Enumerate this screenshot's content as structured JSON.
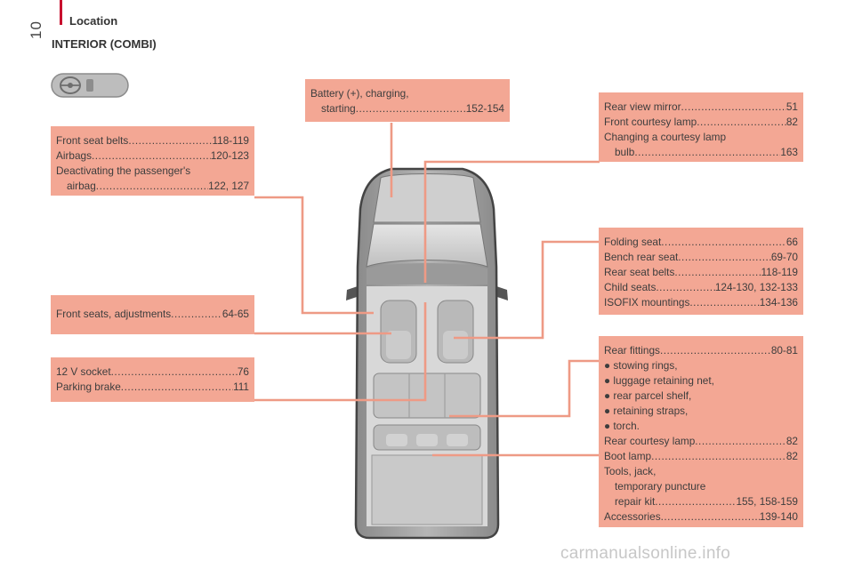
{
  "header": {
    "section": "Location",
    "page_number": "10",
    "title": "INTERIOR (COMBI)"
  },
  "boxes": {
    "battery": {
      "rows": [
        {
          "label": "Battery (+), charging,",
          "page": ""
        },
        {
          "label": "starting",
          "page": "152-154",
          "indent": true
        }
      ]
    },
    "mirror": {
      "rows": [
        {
          "label": "Rear view mirror",
          "page": "51"
        },
        {
          "label": "Front courtesy lamp",
          "page": "82"
        },
        {
          "label": "Changing a courtesy lamp",
          "page": ""
        },
        {
          "label": "bulb",
          "page": "163",
          "indent": true
        }
      ]
    },
    "front_belts": {
      "rows": [
        {
          "label": "Front seat belts",
          "page": "118-119"
        },
        {
          "label": "Airbags",
          "page": "120-123"
        },
        {
          "label": "Deactivating the passenger's",
          "page": ""
        },
        {
          "label": "airbag",
          "page": "122, 127",
          "indent": true
        }
      ]
    },
    "folding": {
      "rows": [
        {
          "label": "Folding seat",
          "page": "66"
        },
        {
          "label": "Bench rear seat",
          "page": "69-70"
        },
        {
          "label": "Rear seat belts",
          "page": "118-119"
        },
        {
          "label": "Child seats",
          "page": "124-130, 132-133"
        },
        {
          "label": "ISOFIX mountings",
          "page": "134-136"
        }
      ]
    },
    "front_seats": {
      "rows": [
        {
          "label": "Front seats, adjustments",
          "page": "64-65"
        }
      ]
    },
    "socket": {
      "rows": [
        {
          "label": "12 V socket",
          "page": "76"
        },
        {
          "label": "Parking brake",
          "page": "111"
        }
      ]
    },
    "rear": {
      "rows": [
        {
          "label": "Rear fittings",
          "page": "80-81"
        },
        {
          "label": "● stowing rings,",
          "page": ""
        },
        {
          "label": "● luggage retaining net,",
          "page": ""
        },
        {
          "label": "● rear parcel shelf,",
          "page": ""
        },
        {
          "label": "● retaining straps,",
          "page": ""
        },
        {
          "label": "● torch.",
          "page": ""
        },
        {
          "label": "Rear courtesy lamp",
          "page": "82"
        },
        {
          "label": "Boot lamp",
          "page": "82"
        },
        {
          "label": "Tools, jack,",
          "page": ""
        },
        {
          "label": "temporary puncture",
          "page": "",
          "indent": true
        },
        {
          "label": "repair kit",
          "page": "155, 158-159",
          "indent": true
        },
        {
          "label": "Accessories",
          "page": "139-140"
        }
      ]
    }
  },
  "watermark": "carmanualsonline.info",
  "colors": {
    "box": "#f3a794",
    "leader": "#ee9a85",
    "accent": "#c8102e"
  }
}
